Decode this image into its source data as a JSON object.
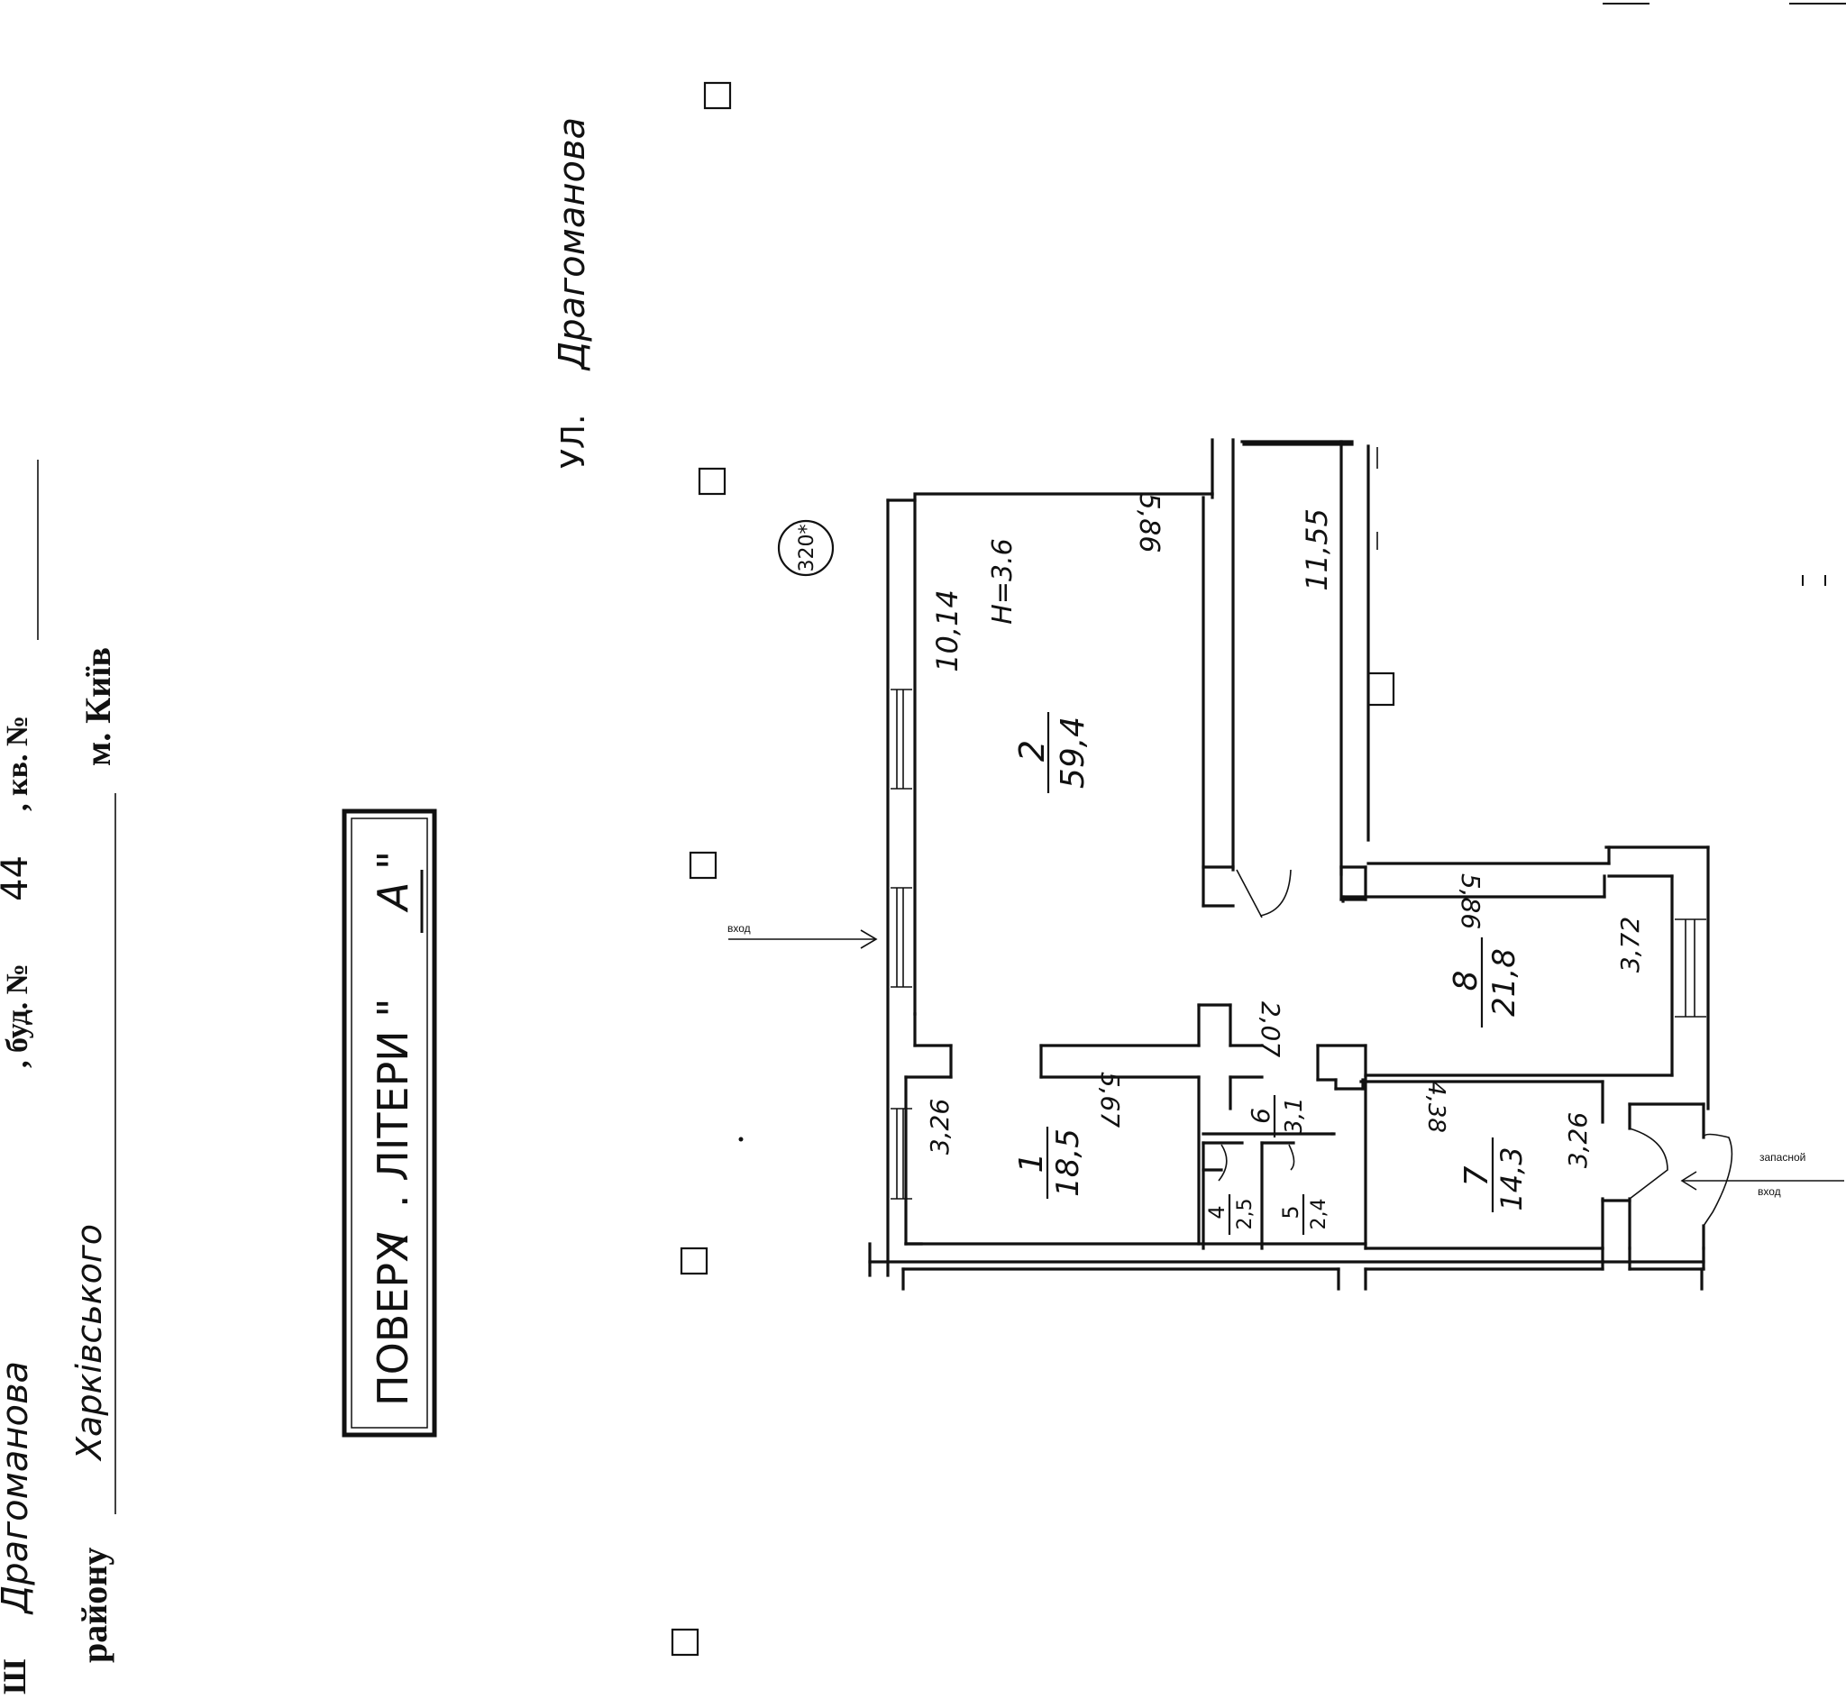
{
  "header": {
    "street_prefix": "Ш",
    "street_name": "Драгоманова",
    "building_label": ", буд. №",
    "building_number": "44",
    "apartment_label": ", кв. №",
    "district_label": "району",
    "district_name": "Харківського",
    "city_label": "м. Київ"
  },
  "floor_box": {
    "prefix": "ПОВЕРХ",
    "floor_value": "I",
    "middle": ". ЛІТЕРИ \"",
    "letter_value": "А",
    "suffix": "\""
  },
  "street_label": {
    "prefix": "УЛ.",
    "name": "Драгоманова"
  },
  "ceiling_height": "H=3.6",
  "building_code": "320*",
  "rooms": [
    {
      "number": "1",
      "area": "18,5"
    },
    {
      "number": "2",
      "area": "59,4"
    },
    {
      "number": "4",
      "area": "2,5"
    },
    {
      "number": "5",
      "area": "2,4"
    },
    {
      "number": "6",
      "area": "3,1"
    },
    {
      "number": "7",
      "area": "14,3"
    },
    {
      "number": "8",
      "area": "21,8"
    }
  ],
  "dimensions": {
    "d_10_14": "10,14",
    "d_5_86_top": "5,86",
    "d_11_55": "11,55",
    "d_3_26_left": "3,26",
    "d_5_67": "5,67",
    "d_2_07": "2,07",
    "d_4_38": "4,38",
    "d_3_26_right": "3,26",
    "d_5_86_mid": "5,86",
    "d_3_72": "3,72"
  },
  "entrances": {
    "main": "вход",
    "spare_line1": "запасной",
    "spare_line2": "вход"
  }
}
